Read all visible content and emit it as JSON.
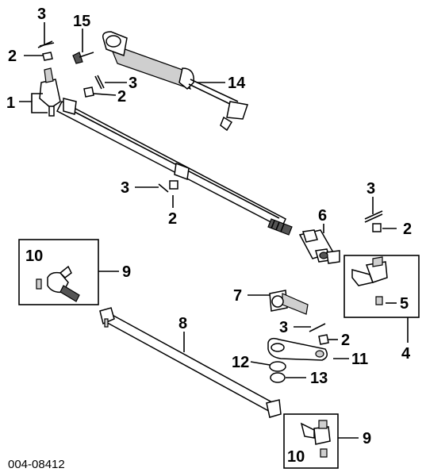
{
  "diagram_code": "004-08412",
  "callouts": {
    "c3a": "3",
    "c2a": "2",
    "c15": "15",
    "c1": "1",
    "c3b": "3",
    "c2b": "2",
    "c14": "14",
    "c3c": "3",
    "c2c": "2",
    "c3d": "3",
    "c2d": "2",
    "c6": "6",
    "c10a": "10",
    "c9a": "9",
    "c7": "7",
    "c5": "5",
    "c4": "4",
    "c8": "8",
    "c3e": "3",
    "c2e": "2",
    "c12": "12",
    "c11": "11",
    "c13": "13",
    "c9b": "9",
    "c10b": "10"
  }
}
